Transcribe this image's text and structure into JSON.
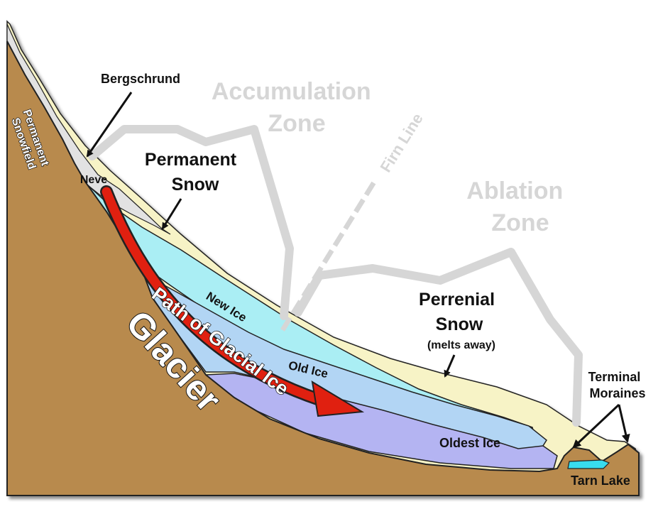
{
  "diagram": {
    "labels": {
      "bergschrund": "Bergschrund",
      "accumulation_zone": [
        "Accumulation",
        "Zone"
      ],
      "permanent_snowfield": [
        "Permanent",
        "Snowfield"
      ],
      "neve": "Neve",
      "permanent_snow": [
        "Permanent",
        "Snow"
      ],
      "firn_line": "Firn Line",
      "ablation_zone": [
        "Ablation",
        "Zone"
      ],
      "new_ice": "New Ice",
      "path_of_glacial_ice": "Path of Glacial Ice",
      "glacier": "Glacier",
      "old_ice": "Old Ice",
      "perrenial_snow": [
        "Perrenial",
        "Snow"
      ],
      "melts_away": "(melts away)",
      "terminal_moraines": [
        "Terminal",
        "Moraines"
      ],
      "oldest_ice": "Oldest Ice",
      "tarn_lake": "Tarn Lake"
    },
    "colors": {
      "bedrock": "#b88a4e",
      "snow": "#f7f3c6",
      "neve": "#e2e2e2",
      "new_ice": "#aaeef4",
      "old_ice": "#b2d5f4",
      "oldest_ice": "#b4b4f2",
      "tarn_lake": "#38dcee",
      "flow_arrow": "#e02010",
      "zone_text": "#d6d6d6"
    }
  }
}
